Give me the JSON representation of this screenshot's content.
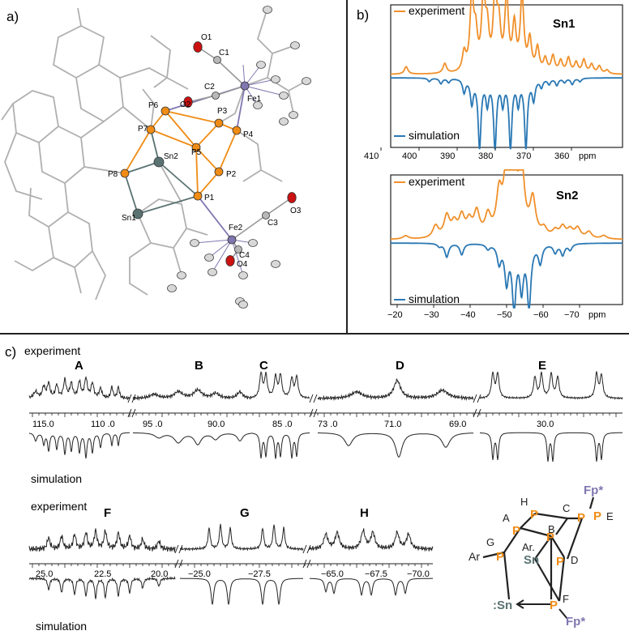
{
  "colors": {
    "experiment": "#f0902a",
    "simulation": "#2a78b4",
    "phosphorus": "#f08c14",
    "tin": "#5a7272",
    "iron": "#8077b0",
    "oxygen": "#cc1111",
    "carbon": "#b8b8b8",
    "wire": "#b0b0b0",
    "black": "#222222"
  },
  "panel_labels": {
    "a": "a)",
    "b": "b)",
    "c": "c)"
  },
  "structure": {
    "atoms": [
      {
        "label": "O1",
        "type": "O"
      },
      {
        "label": "C1",
        "type": "C"
      },
      {
        "label": "Fe1",
        "type": "Fe"
      },
      {
        "label": "C2",
        "type": "C"
      },
      {
        "label": "O2",
        "type": "O"
      },
      {
        "label": "P6",
        "type": "P"
      },
      {
        "label": "P3",
        "type": "P"
      },
      {
        "label": "P7",
        "type": "P"
      },
      {
        "label": "P4",
        "type": "P"
      },
      {
        "label": "Sn2",
        "type": "Sn"
      },
      {
        "label": "P5",
        "type": "P"
      },
      {
        "label": "P8",
        "type": "P"
      },
      {
        "label": "P2",
        "type": "P"
      },
      {
        "label": "P1",
        "type": "P"
      },
      {
        "label": "Sn1",
        "type": "Sn"
      },
      {
        "label": "O3",
        "type": "O"
      },
      {
        "label": "C3",
        "type": "C"
      },
      {
        "label": "Fe2",
        "type": "Fe"
      },
      {
        "label": "C4",
        "type": "C"
      },
      {
        "label": "O4",
        "type": "O"
      }
    ]
  },
  "chart_data": [
    {
      "id": "Sn1",
      "type": "line",
      "title": "Sn1",
      "xlabel_unit": "ppm",
      "xlim": [
        410,
        350
      ],
      "xticks": [
        "410",
        "400",
        "390",
        "380",
        "370",
        "360"
      ],
      "series": [
        {
          "name": "experiment",
          "x": [
            406,
            396,
            391,
            389,
            388,
            386,
            385,
            383,
            382,
            380,
            378,
            376,
            374,
            372,
            370,
            368,
            366,
            364,
            362,
            360,
            358,
            356,
            354
          ],
          "y": [
            0.1,
            0.13,
            0.25,
            1.0,
            0.45,
            1.0,
            0.5,
            1.0,
            0.55,
            1.0,
            0.6,
            1.0,
            0.42,
            0.32,
            0.18,
            0.22,
            0.16,
            0.2,
            0.14,
            0.18,
            0.12,
            0.1,
            0.05
          ]
        },
        {
          "name": "simulation",
          "x": [
            400,
            397,
            395,
            391,
            389,
            387,
            385,
            383,
            381,
            379,
            377,
            375,
            373,
            371,
            369,
            367,
            365,
            363,
            361
          ],
          "y": [
            -0.05,
            -0.08,
            -0.06,
            -0.2,
            -0.35,
            -1.0,
            -0.35,
            -1.0,
            -0.35,
            -1.0,
            -0.35,
            -1.0,
            -0.3,
            -0.12,
            -0.08,
            -0.1,
            -0.06,
            -0.09,
            -0.05
          ]
        }
      ]
    },
    {
      "id": "Sn2",
      "type": "line",
      "title": "Sn2",
      "xlabel_unit": "ppm",
      "xlim": [
        -15,
        -77
      ],
      "xticks": [
        "−20",
        "−30",
        "−40",
        "−50",
        "−60",
        "−70"
      ],
      "series": [
        {
          "name": "experiment",
          "x": [
            -19,
            -27,
            -30,
            -32,
            -34,
            -36,
            -38,
            -41,
            -44,
            -46,
            -48,
            -50,
            -53,
            -56,
            -59,
            -61,
            -63,
            -65,
            -68,
            -72
          ],
          "y": [
            0.05,
            0.18,
            0.32,
            0.2,
            0.3,
            0.22,
            0.36,
            0.3,
            0.6,
            1.0,
            1.0,
            1.0,
            0.55,
            0.12,
            0.1,
            0.16,
            0.12,
            0.15,
            0.1,
            0.05
          ]
        },
        {
          "name": "simulation",
          "x": [
            -28,
            -30,
            -34,
            -41,
            -44,
            -46,
            -48,
            -50,
            -52,
            -55,
            -59,
            -61,
            -63
          ],
          "y": [
            -0.05,
            -0.22,
            -0.18,
            -0.08,
            -0.3,
            -0.6,
            -1.0,
            -0.7,
            -1.0,
            -0.3,
            -0.14,
            -0.18,
            -0.1
          ]
        }
      ]
    },
    {
      "id": "31P-row1",
      "type": "line",
      "labels": {
        "experiment": "experiment",
        "simulation": "simulation"
      },
      "segments": [
        {
          "peak": "A",
          "xticks": [
            "115.0",
            "110 .0"
          ]
        },
        {
          "peak": "B",
          "xticks": [
            "95 .0",
            "90.0"
          ]
        },
        {
          "peak": "C",
          "xticks": [
            "85 .0"
          ]
        },
        {
          "peak": "D",
          "xticks": [
            "73 .0",
            "71.0",
            "69.0"
          ]
        },
        {
          "peak": "E",
          "xticks": [
            "30.0"
          ]
        }
      ]
    },
    {
      "id": "31P-row2",
      "type": "line",
      "labels": {
        "experiment": "experiment",
        "simulation": "simulation"
      },
      "segments": [
        {
          "peak": "F",
          "xticks": [
            "25.0",
            "22.5",
            "20.0"
          ]
        },
        {
          "peak": "G",
          "xticks": [
            "−25.0",
            "−27.5"
          ]
        },
        {
          "peak": "H",
          "xticks": [
            "−65.0",
            "−67.5",
            "−70.0"
          ]
        }
      ]
    }
  ],
  "scheme": {
    "letters": [
      "H",
      "A",
      "B",
      "C",
      "E",
      "G",
      "D",
      "F"
    ],
    "p_label": "P",
    "sn_label": "Sn",
    "sn_lone": ":Sn",
    "ar_labels": [
      "Ar",
      "Ar."
    ],
    "fp_top": "Fp*",
    "fp_bottom": "Fp*"
  }
}
